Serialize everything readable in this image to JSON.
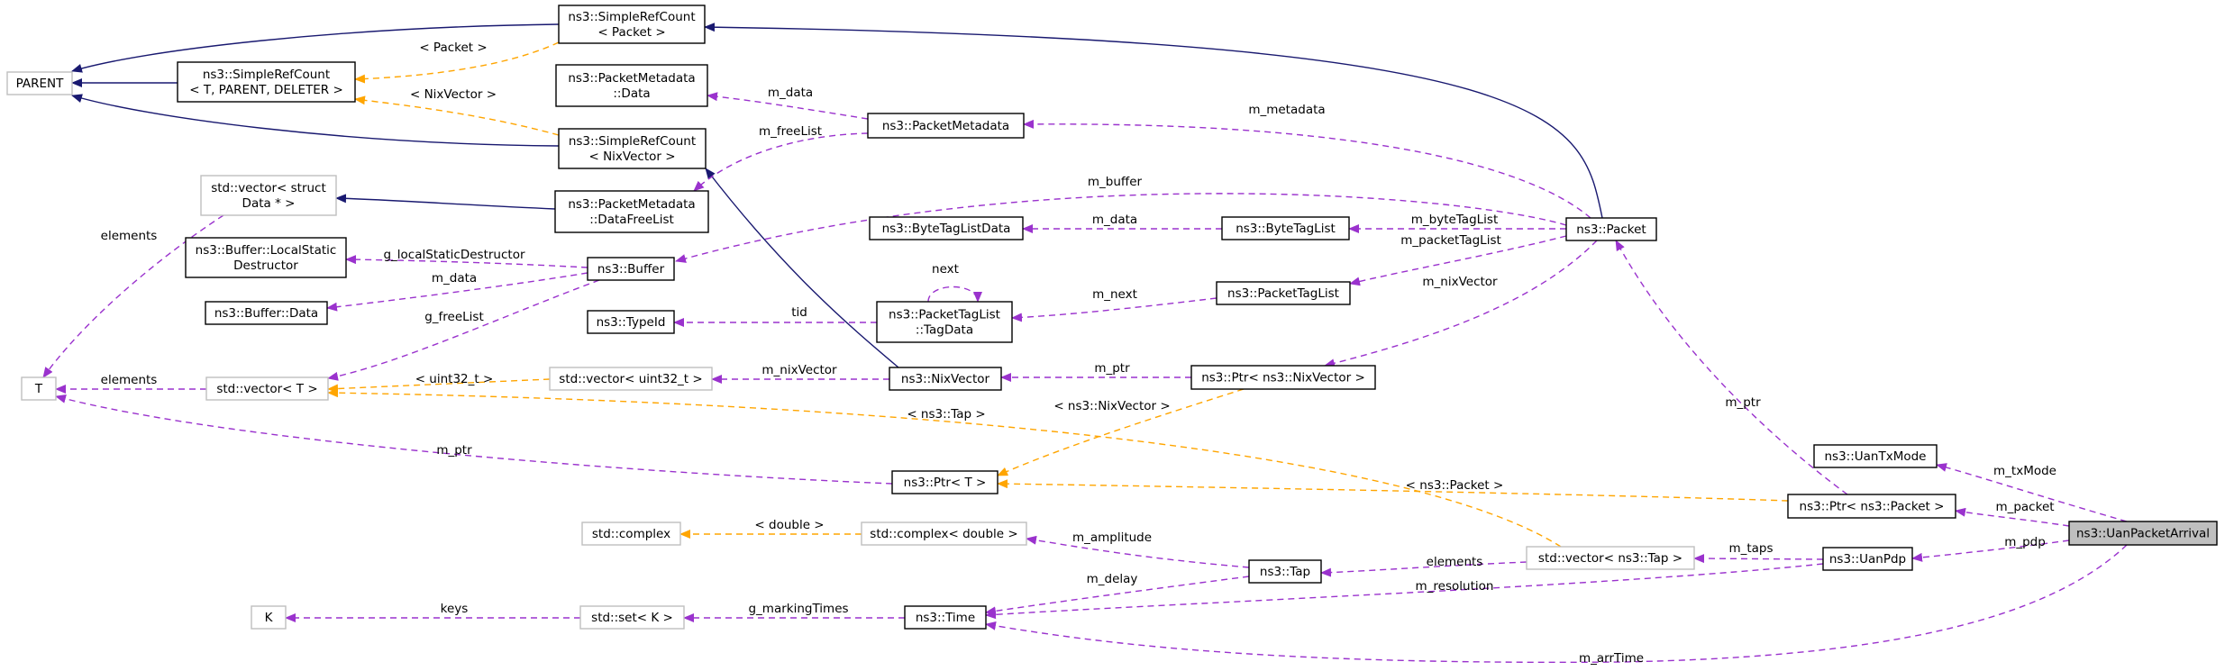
{
  "nodes": [
    {
      "id": "PARENT",
      "lines": [
        "PARENT"
      ],
      "style": "ext"
    },
    {
      "id": "SRC_TPD",
      "lines": [
        "ns3::SimpleRefCount",
        "< T, PARENT, DELETER >"
      ],
      "style": "normal"
    },
    {
      "id": "SRC_Packet",
      "lines": [
        "ns3::SimpleRefCount",
        "< Packet >"
      ],
      "style": "normal"
    },
    {
      "id": "PM_Data",
      "lines": [
        "ns3::PacketMetadata",
        "::Data"
      ],
      "style": "normal"
    },
    {
      "id": "SRC_Nix",
      "lines": [
        "ns3::SimpleRefCount",
        "< NixVector >"
      ],
      "style": "normal"
    },
    {
      "id": "PacketMetadata",
      "lines": [
        "ns3::PacketMetadata"
      ],
      "style": "normal"
    },
    {
      "id": "VecStructData",
      "lines": [
        "std::vector< struct",
        "Data * >"
      ],
      "style": "ext"
    },
    {
      "id": "PM_DataFreeList",
      "lines": [
        "ns3::PacketMetadata",
        "::DataFreeList"
      ],
      "style": "normal"
    },
    {
      "id": "Buffer_LSD",
      "lines": [
        "ns3::Buffer::LocalStatic",
        "Destructor"
      ],
      "style": "normal"
    },
    {
      "id": "Buffer",
      "lines": [
        "ns3::Buffer"
      ],
      "style": "normal"
    },
    {
      "id": "ByteTagListData",
      "lines": [
        "ns3::ByteTagListData"
      ],
      "style": "normal"
    },
    {
      "id": "ByteTagList",
      "lines": [
        "ns3::ByteTagList"
      ],
      "style": "normal"
    },
    {
      "id": "Packet",
      "lines": [
        "ns3::Packet"
      ],
      "style": "normal"
    },
    {
      "id": "Buffer_Data",
      "lines": [
        "ns3::Buffer::Data"
      ],
      "style": "normal"
    },
    {
      "id": "PacketTagList",
      "lines": [
        "ns3::PacketTagList"
      ],
      "style": "normal"
    },
    {
      "id": "TypeId",
      "lines": [
        "ns3::TypeId"
      ],
      "style": "normal"
    },
    {
      "id": "PTL_TagData",
      "lines": [
        "ns3::PacketTagList",
        "::TagData"
      ],
      "style": "normal"
    },
    {
      "id": "T",
      "lines": [
        "T"
      ],
      "style": "ext"
    },
    {
      "id": "VecT",
      "lines": [
        "std::vector< T >"
      ],
      "style": "ext"
    },
    {
      "id": "VecUint",
      "lines": [
        "std::vector< uint32_t >"
      ],
      "style": "ext"
    },
    {
      "id": "NixVector",
      "lines": [
        "ns3::NixVector"
      ],
      "style": "normal"
    },
    {
      "id": "PtrNix",
      "lines": [
        "ns3::Ptr< ns3::NixVector >"
      ],
      "style": "normal"
    },
    {
      "id": "UanTxMode",
      "lines": [
        "ns3::UanTxMode"
      ],
      "style": "normal"
    },
    {
      "id": "PtrT",
      "lines": [
        "ns3::Ptr< T >"
      ],
      "style": "normal"
    },
    {
      "id": "PtrPacket",
      "lines": [
        "ns3::Ptr< ns3::Packet >"
      ],
      "style": "normal"
    },
    {
      "id": "UanPacketArrival",
      "lines": [
        "ns3::UanPacketArrival"
      ],
      "style": "highlight"
    },
    {
      "id": "StdComplex",
      "lines": [
        "std::complex"
      ],
      "style": "ext"
    },
    {
      "id": "ComplexDouble",
      "lines": [
        "std::complex< double >"
      ],
      "style": "ext"
    },
    {
      "id": "Tap",
      "lines": [
        "ns3::Tap"
      ],
      "style": "normal"
    },
    {
      "id": "VecTap",
      "lines": [
        "std::vector< ns3::Tap >"
      ],
      "style": "ext"
    },
    {
      "id": "UanPdp",
      "lines": [
        "ns3::UanPdp"
      ],
      "style": "normal"
    },
    {
      "id": "K",
      "lines": [
        "K"
      ],
      "style": "ext"
    },
    {
      "id": "SetK",
      "lines": [
        "std::set< K >"
      ],
      "style": "ext"
    },
    {
      "id": "Time",
      "lines": [
        "ns3::Time"
      ],
      "style": "normal"
    }
  ],
  "edges": [
    {
      "from": "SRC_Packet",
      "to": "PARENT",
      "kind": "inheritance",
      "label": ""
    },
    {
      "from": "SRC_TPD",
      "to": "PARENT",
      "kind": "inheritance",
      "label": ""
    },
    {
      "from": "SRC_Nix",
      "to": "PARENT",
      "kind": "inheritance",
      "label": ""
    },
    {
      "from": "Packet",
      "to": "SRC_Packet",
      "kind": "inheritance",
      "label": ""
    },
    {
      "from": "NixVector",
      "to": "SRC_Nix",
      "kind": "inheritance",
      "label": ""
    },
    {
      "from": "PM_DataFreeList",
      "to": "VecStructData",
      "kind": "inheritance",
      "label": ""
    },
    {
      "from": "SRC_Packet",
      "to": "SRC_TPD",
      "kind": "template",
      "label": "< Packet >"
    },
    {
      "from": "SRC_Nix",
      "to": "SRC_TPD",
      "kind": "template",
      "label": "< NixVector >"
    },
    {
      "from": "PacketMetadata",
      "to": "PM_Data",
      "kind": "usage",
      "label": "m_data"
    },
    {
      "from": "PacketMetadata",
      "to": "PM_DataFreeList",
      "kind": "usage",
      "label": "m_freeList"
    },
    {
      "from": "Packet",
      "to": "PacketMetadata",
      "kind": "usage",
      "label": "m_metadata"
    },
    {
      "from": "Packet",
      "to": "Buffer",
      "kind": "usage",
      "label": "m_buffer"
    },
    {
      "from": "Packet",
      "to": "ByteTagList",
      "kind": "usage",
      "label": "m_byteTagList"
    },
    {
      "from": "Packet",
      "to": "PacketTagList",
      "kind": "usage",
      "label": "m_packetTagList"
    },
    {
      "from": "Packet",
      "to": "PtrNix",
      "kind": "usage",
      "label": "m_nixVector"
    },
    {
      "from": "ByteTagList",
      "to": "ByteTagListData",
      "kind": "usage",
      "label": "m_data"
    },
    {
      "from": "PacketTagList",
      "to": "PTL_TagData",
      "kind": "usage",
      "label": "m_next"
    },
    {
      "from": "PTL_TagData",
      "to": "PTL_TagData",
      "kind": "usage",
      "label": "next"
    },
    {
      "from": "PTL_TagData",
      "to": "TypeId",
      "kind": "usage",
      "label": "tid"
    },
    {
      "from": "Buffer",
      "to": "Buffer_LSD",
      "kind": "usage",
      "label": "g_localStaticDestructor"
    },
    {
      "from": "Buffer",
      "to": "Buffer_Data",
      "kind": "usage",
      "label": "m_data"
    },
    {
      "from": "Buffer",
      "to": "VecT",
      "kind": "usage",
      "label": "g_freeList"
    },
    {
      "from": "VecStructData",
      "to": "T",
      "kind": "usage",
      "label": "elements"
    },
    {
      "from": "VecT",
      "to": "T",
      "kind": "usage",
      "label": "elements"
    },
    {
      "from": "VecUint",
      "to": "VecT",
      "kind": "template",
      "label": "< uint32_t >"
    },
    {
      "from": "VecTap",
      "to": "VecT",
      "kind": "template",
      "label": "< ns3::Tap >"
    },
    {
      "from": "NixVector",
      "to": "VecUint",
      "kind": "usage",
      "label": "m_nixVector"
    },
    {
      "from": "PtrNix",
      "to": "NixVector",
      "kind": "usage",
      "label": "m_ptr"
    },
    {
      "from": "PtrNix",
      "to": "PtrT",
      "kind": "template",
      "label": "< ns3::NixVector >"
    },
    {
      "from": "PtrPacket",
      "to": "PtrT",
      "kind": "template",
      "label": "< ns3::Packet >"
    },
    {
      "from": "PtrT",
      "to": "T",
      "kind": "usage",
      "label": "m_ptr"
    },
    {
      "from": "PtrPacket",
      "to": "Packet",
      "kind": "usage",
      "label": "m_ptr"
    },
    {
      "from": "UanPacketArrival",
      "to": "UanTxMode",
      "kind": "usage",
      "label": "m_txMode"
    },
    {
      "from": "UanPacketArrival",
      "to": "PtrPacket",
      "kind": "usage",
      "label": "m_packet"
    },
    {
      "from": "UanPacketArrival",
      "to": "UanPdp",
      "kind": "usage",
      "label": "m_pdp"
    },
    {
      "from": "UanPacketArrival",
      "to": "Time",
      "kind": "usage",
      "label": "m_arrTime"
    },
    {
      "from": "UanPdp",
      "to": "VecTap",
      "kind": "usage",
      "label": "m_taps"
    },
    {
      "from": "UanPdp",
      "to": "Time",
      "kind": "usage",
      "label": "m_resolution"
    },
    {
      "from": "VecTap",
      "to": "Tap",
      "kind": "usage",
      "label": "elements"
    },
    {
      "from": "Tap",
      "to": "ComplexDouble",
      "kind": "usage",
      "label": "m_amplitude"
    },
    {
      "from": "Tap",
      "to": "Time",
      "kind": "usage",
      "label": "m_delay"
    },
    {
      "from": "ComplexDouble",
      "to": "StdComplex",
      "kind": "template",
      "label": "< double >"
    },
    {
      "from": "Time",
      "to": "SetK",
      "kind": "usage",
      "label": "g_markingTimes"
    },
    {
      "from": "SetK",
      "to": "K",
      "kind": "usage",
      "label": "keys"
    }
  ],
  "colors": {
    "inheritance": "#191970",
    "usage": "#9a32cd",
    "template": "#ffa500",
    "external_border": "#bfbfbf",
    "highlight_fill": "#bfbfbf"
  }
}
